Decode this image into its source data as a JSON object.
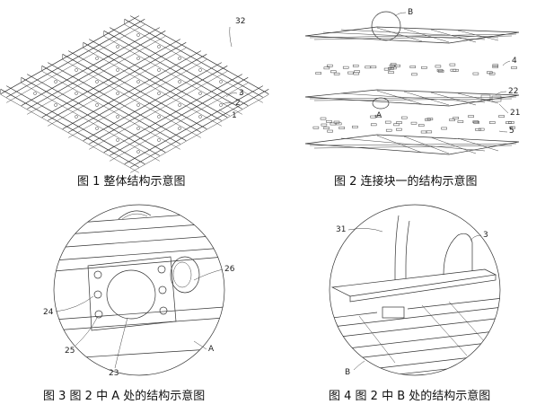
{
  "figures": [
    {
      "caption": "图 1  整体结构示意图",
      "labels": [
        "32",
        "3",
        "2",
        "1"
      ]
    },
    {
      "caption": "图 2  连接块一的结构示意图",
      "labels": [
        "B",
        "4",
        "22",
        "A",
        "21",
        "5"
      ]
    },
    {
      "caption": "图 3  图 2 中 A 处的结构示意图",
      "labels": [
        "26",
        "24",
        "25",
        "23",
        "A"
      ]
    },
    {
      "caption": "图 4  图 2 中 B 处的结构示意图",
      "labels": [
        "31",
        "3",
        "B"
      ]
    }
  ]
}
